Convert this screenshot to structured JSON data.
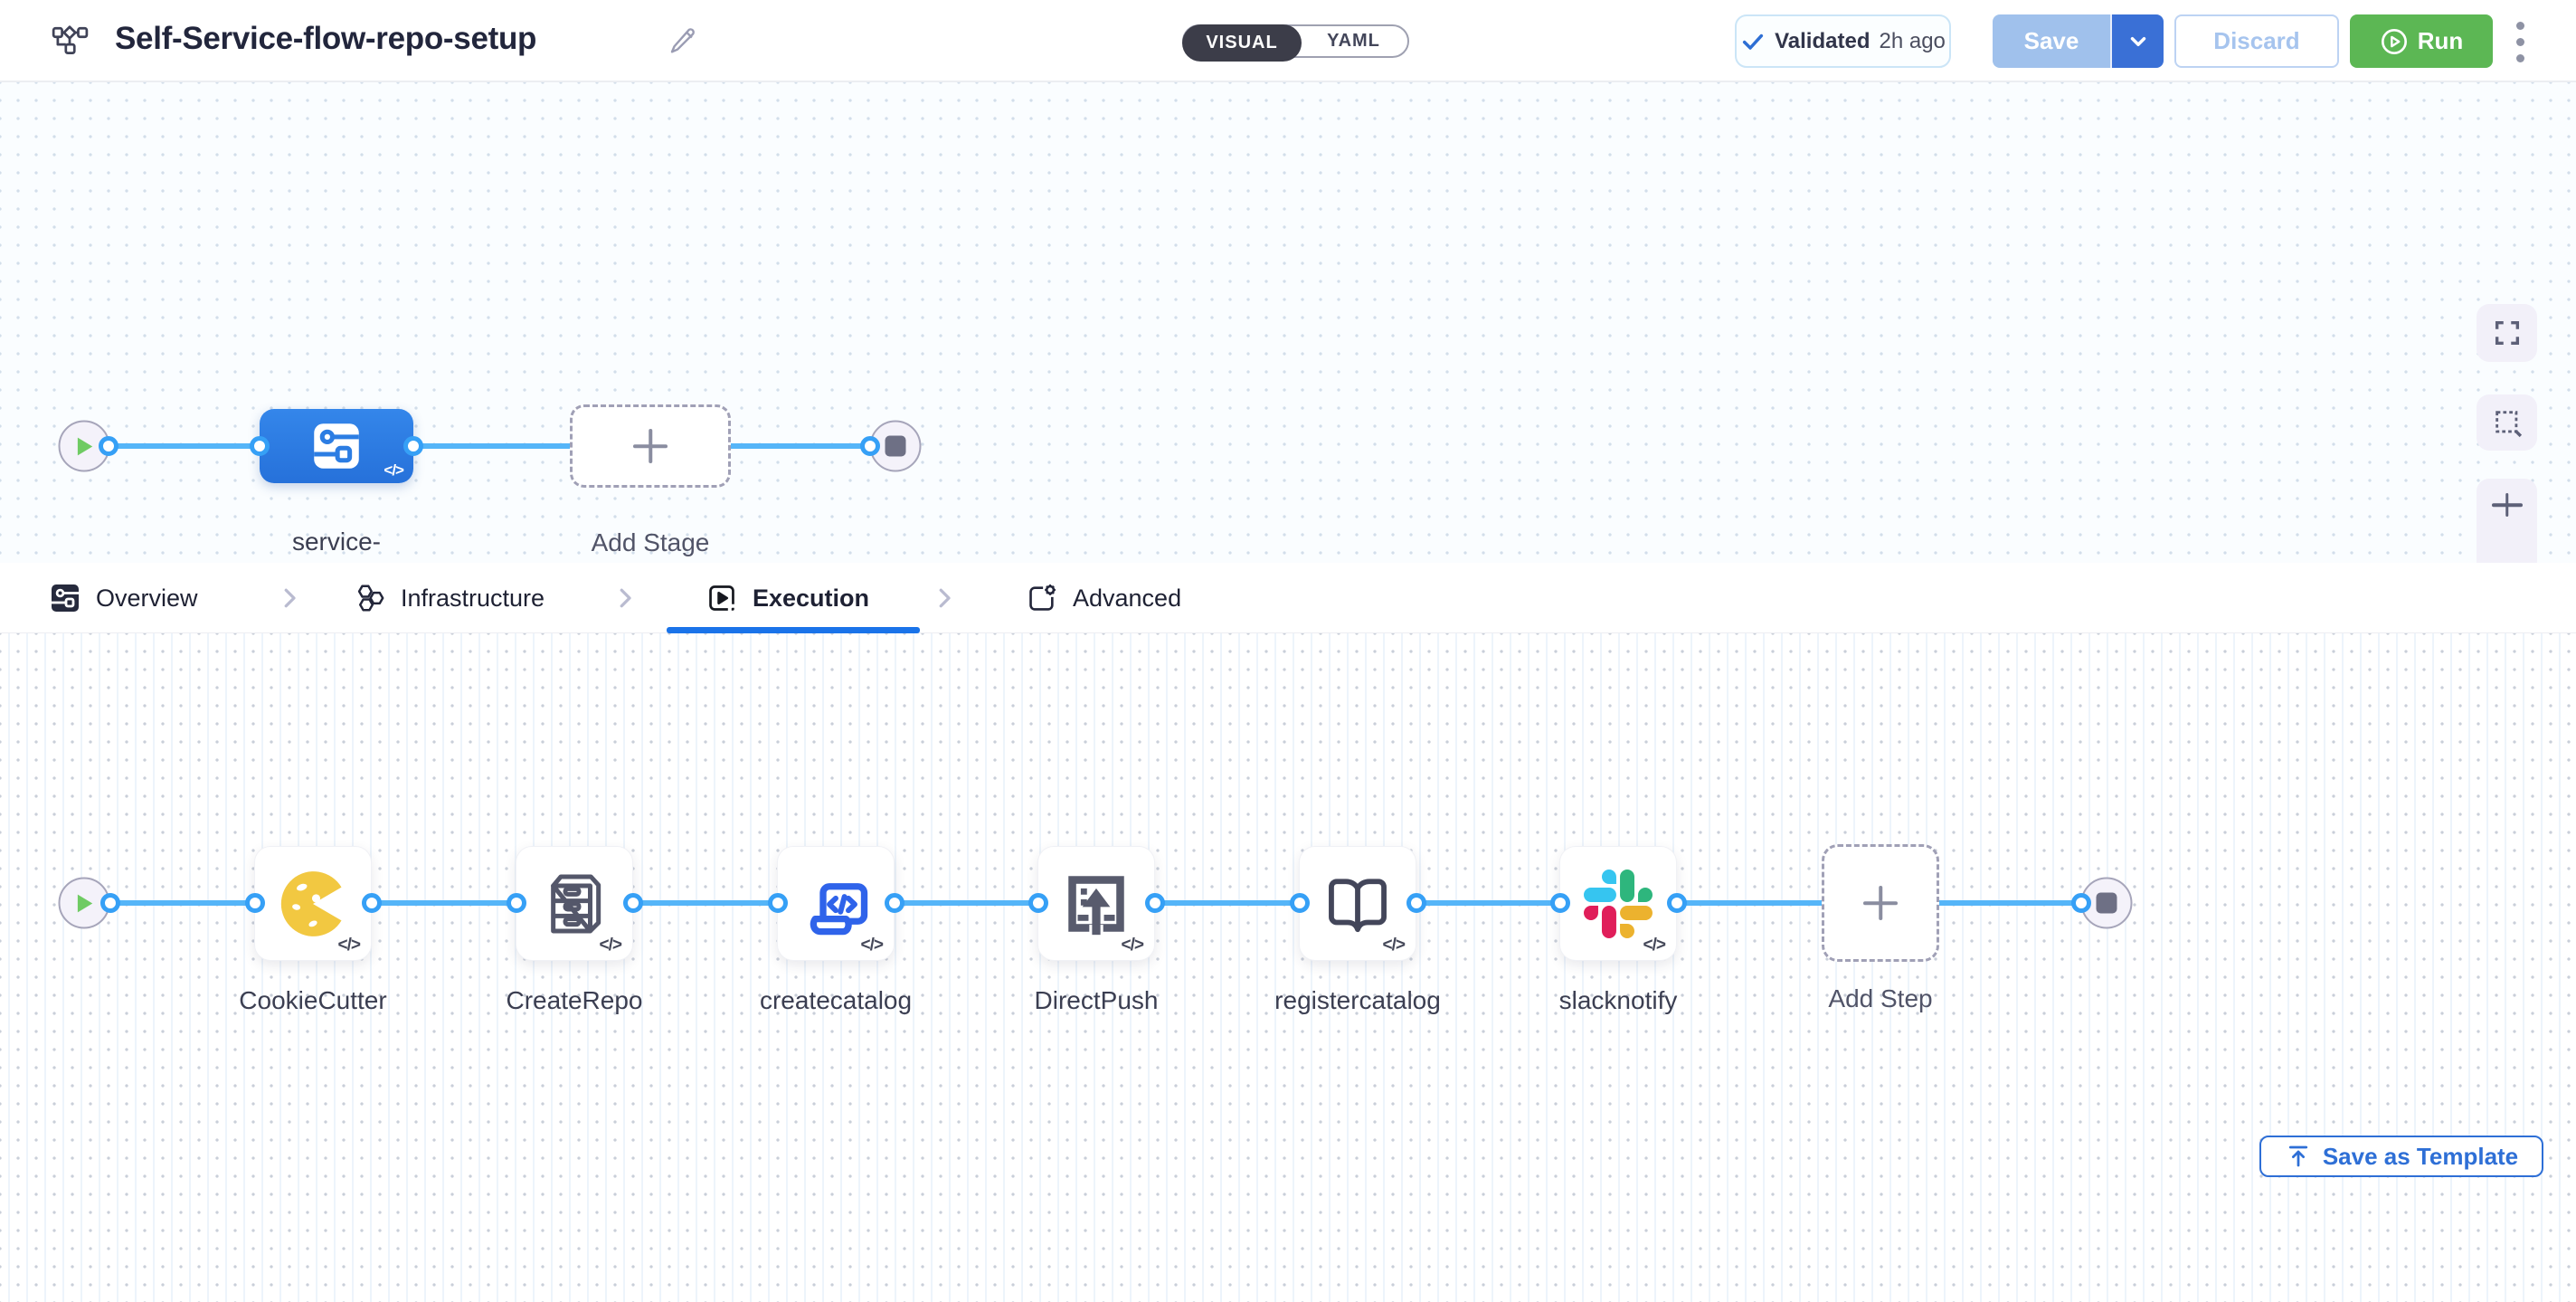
{
  "header": {
    "title": "Self-Service-flow-repo-setup",
    "mode_toggle": {
      "visual": "VISUAL",
      "yaml": "YAML"
    },
    "validated": {
      "label": "Validated",
      "time": "2h ago"
    },
    "save_label": "Save",
    "discard_label": "Discard",
    "run_label": "Run"
  },
  "stage_pipeline": {
    "stage_label": "service-onboarding",
    "add_stage_label": "Add Stage",
    "code_glyph": "</>"
  },
  "tabs": {
    "items": [
      {
        "label": "Overview",
        "icon": "overview-icon",
        "active": false
      },
      {
        "label": "Infrastructure",
        "icon": "infrastructure-icon",
        "active": false
      },
      {
        "label": "Execution",
        "icon": "execution-icon",
        "active": true
      },
      {
        "label": "Advanced",
        "icon": "advanced-icon",
        "active": false
      }
    ],
    "save_as_template_label": "Save as Template"
  },
  "execution_pipeline": {
    "steps": [
      {
        "label": "CookieCutter",
        "icon": "cookiecutter-icon"
      },
      {
        "label": "CreateRepo",
        "icon": "repo-cabinet-icon"
      },
      {
        "label": "createcatalog",
        "icon": "code-catalog-icon"
      },
      {
        "label": "DirectPush",
        "icon": "direct-push-icon"
      },
      {
        "label": "registercatalog",
        "icon": "open-book-icon"
      },
      {
        "label": "slacknotify",
        "icon": "slack-icon"
      }
    ],
    "add_step_label": "Add Step",
    "code_glyph": "</>"
  },
  "colors": {
    "accent_blue": "#1a73e9",
    "connector_blue": "#55b5f8",
    "stage_blue": "#2c7de3",
    "run_green": "#5cb754",
    "slack_blue": "#36C5F0",
    "slack_green": "#2EB67D",
    "slack_yellow": "#ECB22E",
    "slack_red": "#E01E5A",
    "cookie_yellow": "#f2c841"
  }
}
